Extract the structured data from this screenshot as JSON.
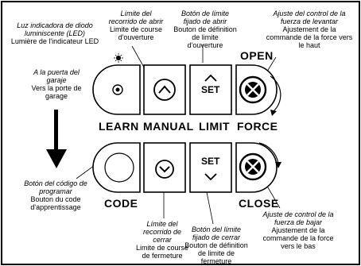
{
  "captions": {
    "led": {
      "es": "Luz indicadora de diodo luminiscente (LED)",
      "fr": "Lumière de l'indicateur LED"
    },
    "garage": {
      "es": "A la puerta del garaje",
      "fr": "Vers la porte de garage"
    },
    "open_travel": {
      "es": "Límite del recorrido de abrir",
      "fr": "Limite de course d'ouverture"
    },
    "open_set": {
      "es": "Botón de límite fijado de abrir",
      "fr": "Bouton de définition de limite d'ouverture"
    },
    "force_up": {
      "es": "Ajuste del control de la fuerza de levantar",
      "fr": "Ajustement de la commande de la force vers le haut"
    },
    "code": {
      "es": "Botón del código de programar",
      "fr": "Bouton du code d'apprentissage"
    },
    "close_travel": {
      "es": "Límite del recorrido de cerrar",
      "fr": "Limite de course de fermeture"
    },
    "close_set": {
      "es": "Botón del límite fijado de cerrar",
      "fr": "Bouton de définition de limite de fermeture"
    },
    "force_down": {
      "es": "Ajuste de control de la fuerza de bajar",
      "fr": "Ajustement de la commande de la force vers le bas"
    }
  },
  "labels": {
    "open": "OPEN",
    "close": "CLOSE",
    "code": "CODE",
    "learn": "LEARN",
    "manual": "MANUAL",
    "limit": "LIMIT",
    "force": "FORCE",
    "set_top": "SET",
    "set_bottom": "SET"
  },
  "icons": {
    "led": "led-light-icon",
    "sun": "sun-icon",
    "chevron_up": "chevron-up-icon",
    "chevron_down": "chevron-down-icon",
    "force_knob": "force-adjust-knob-icon",
    "arrow": "down-arrow-icon"
  }
}
